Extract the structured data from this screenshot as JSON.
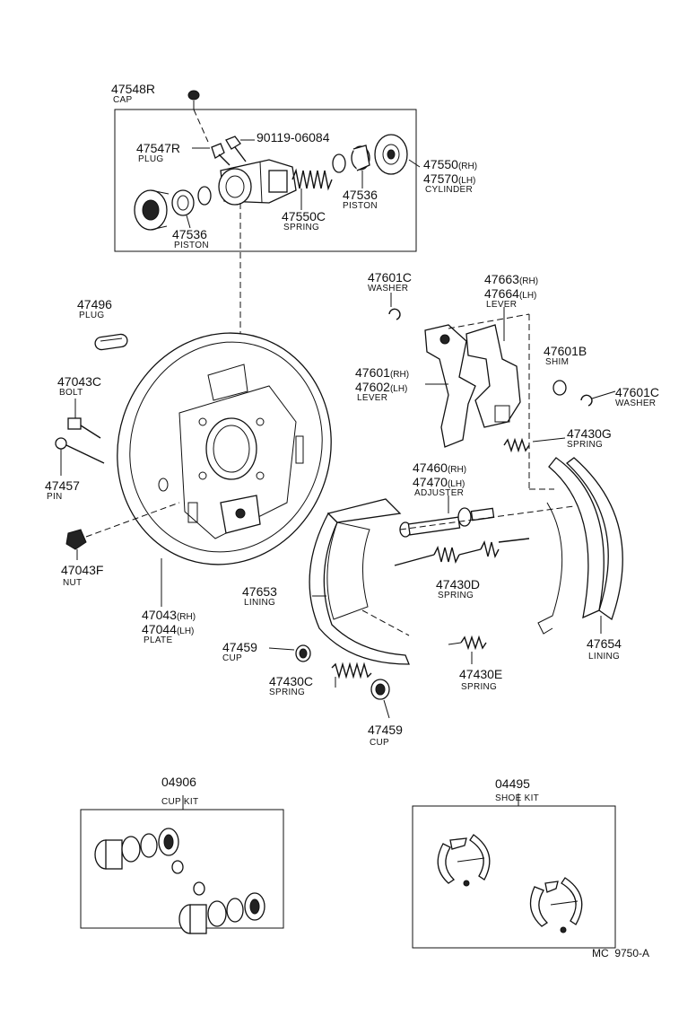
{
  "parts": [
    {
      "id": "p-47548r",
      "number": "47548R",
      "name": "CAP"
    },
    {
      "id": "p-90119",
      "number": "90119-06084",
      "name": ""
    },
    {
      "id": "p-47547r",
      "number": "47547R",
      "name": "PLUG"
    },
    {
      "id": "p-47550",
      "number": "47550",
      "suffix": "(RH)",
      "name": ""
    },
    {
      "id": "p-47570",
      "number": "47570",
      "suffix": "(LH)",
      "name": "CYLINDER"
    },
    {
      "id": "p-47536a",
      "number": "47536",
      "name": "PISTON"
    },
    {
      "id": "p-47550c",
      "number": "47550C",
      "name": "SPRING"
    },
    {
      "id": "p-47536b",
      "number": "47536",
      "name": "PISTON"
    },
    {
      "id": "p-47496",
      "number": "47496",
      "name": "PLUG"
    },
    {
      "id": "p-47043c",
      "number": "47043C",
      "name": "BOLT"
    },
    {
      "id": "p-47457",
      "number": "47457",
      "name": "PIN"
    },
    {
      "id": "p-47043f",
      "number": "47043F",
      "name": "NUT"
    },
    {
      "id": "p-47043",
      "number": "47043",
      "suffix": "(RH)",
      "name": ""
    },
    {
      "id": "p-47044",
      "number": "47044",
      "suffix": "(LH)",
      "name": "PLATE"
    },
    {
      "id": "p-47601c-a",
      "number": "47601C",
      "name": "WASHER"
    },
    {
      "id": "p-47663",
      "number": "47663",
      "suffix": "(RH)",
      "name": ""
    },
    {
      "id": "p-47664",
      "number": "47664",
      "suffix": "(LH)",
      "name": "LEVER"
    },
    {
      "id": "p-47601b",
      "number": "47601B",
      "name": "SHIM"
    },
    {
      "id": "p-47601",
      "number": "47601",
      "suffix": "(RH)",
      "name": ""
    },
    {
      "id": "p-47602",
      "number": "47602",
      "suffix": "(LH)",
      "name": "LEVER"
    },
    {
      "id": "p-47601c-b",
      "number": "47601C",
      "name": "WASHER"
    },
    {
      "id": "p-47430g",
      "number": "47430G",
      "name": "SPRING"
    },
    {
      "id": "p-47460",
      "number": "47460",
      "suffix": "(RH)",
      "name": ""
    },
    {
      "id": "p-47470",
      "number": "47470",
      "suffix": "(LH)",
      "name": "ADJUSTER"
    },
    {
      "id": "p-47653",
      "number": "47653",
      "name": "LINING"
    },
    {
      "id": "p-47430d",
      "number": "47430D",
      "name": "SPRING"
    },
    {
      "id": "p-47654",
      "number": "47654",
      "name": "LINING"
    },
    {
      "id": "p-47459a",
      "number": "47459",
      "name": "CUP"
    },
    {
      "id": "p-47430c",
      "number": "47430C",
      "name": "SPRING"
    },
    {
      "id": "p-47430e",
      "number": "47430E",
      "name": "SPRING"
    },
    {
      "id": "p-47459b",
      "number": "47459",
      "name": "CUP"
    }
  ],
  "kits": [
    {
      "id": "kit-cup",
      "number": "04906",
      "name": "CUP KIT"
    },
    {
      "id": "kit-shoe",
      "number": "04495",
      "name": "SHOE KIT"
    }
  ],
  "footer": {
    "code": "MC  9750-A"
  }
}
